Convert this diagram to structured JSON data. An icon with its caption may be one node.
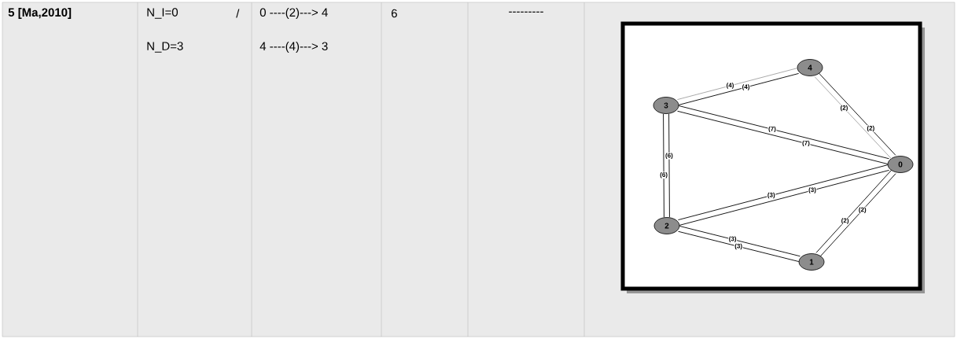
{
  "diagram": {
    "nodes": [
      {
        "text": [
          "4"
        ]
      },
      {
        "text": [
          "3"
        ]
      },
      {
        "text": [
          "0"
        ]
      },
      {
        "text": [
          "2"
        ]
      },
      {
        "text": [
          "1"
        ]
      }
    ],
    "edges": [
      {
        "from": 1,
        "to": 0,
        "arrow": "none",
        "label": "(4)",
        "color": "#a0a0a0"
      },
      {
        "from": 1,
        "to": 0,
        "arrow": "none",
        "label": "(4)"
      },
      {
        "from": 0,
        "to": 2,
        "arrow": "none",
        "label": "(2)"
      },
      {
        "from": 0,
        "to": 2,
        "arrow": "none",
        "label": "(2)",
        "color": "#a0a0a0"
      },
      {
        "from": 1,
        "to": 2,
        "arrow": "none",
        "label": "(7)"
      },
      {
        "from": 1,
        "to": 2,
        "arrow": "none",
        "label": "(7)"
      },
      {
        "from": 1,
        "to": 3,
        "arrow": "none",
        "label": "(6)"
      },
      {
        "from": 1,
        "to": 3,
        "arrow": "none",
        "label": "(6)"
      },
      {
        "from": 3,
        "to": 2,
        "arrow": "none",
        "label": "(3)"
      },
      {
        "from": 3,
        "to": 2,
        "arrow": "none",
        "label": "(3)"
      },
      {
        "from": 3,
        "to": 4,
        "arrow": "none",
        "label": "(3)"
      },
      {
        "from": 3,
        "to": 4,
        "arrow": "none",
        "label": "(3)"
      },
      {
        "from": 4,
        "to": 2,
        "arrow": "none",
        "label": "(2)"
      },
      {
        "from": 4,
        "to": 2,
        "arrow": "none",
        "label": "(2)"
      }
    ],
    "labels": [
      "5 [Ma,2010]",
      "N_I=0",
      "/",
      "0 ----(2)---> 4",
      "6",
      "---------",
      "N_D=3",
      "4 ----(4)---> 3"
    ]
  }
}
